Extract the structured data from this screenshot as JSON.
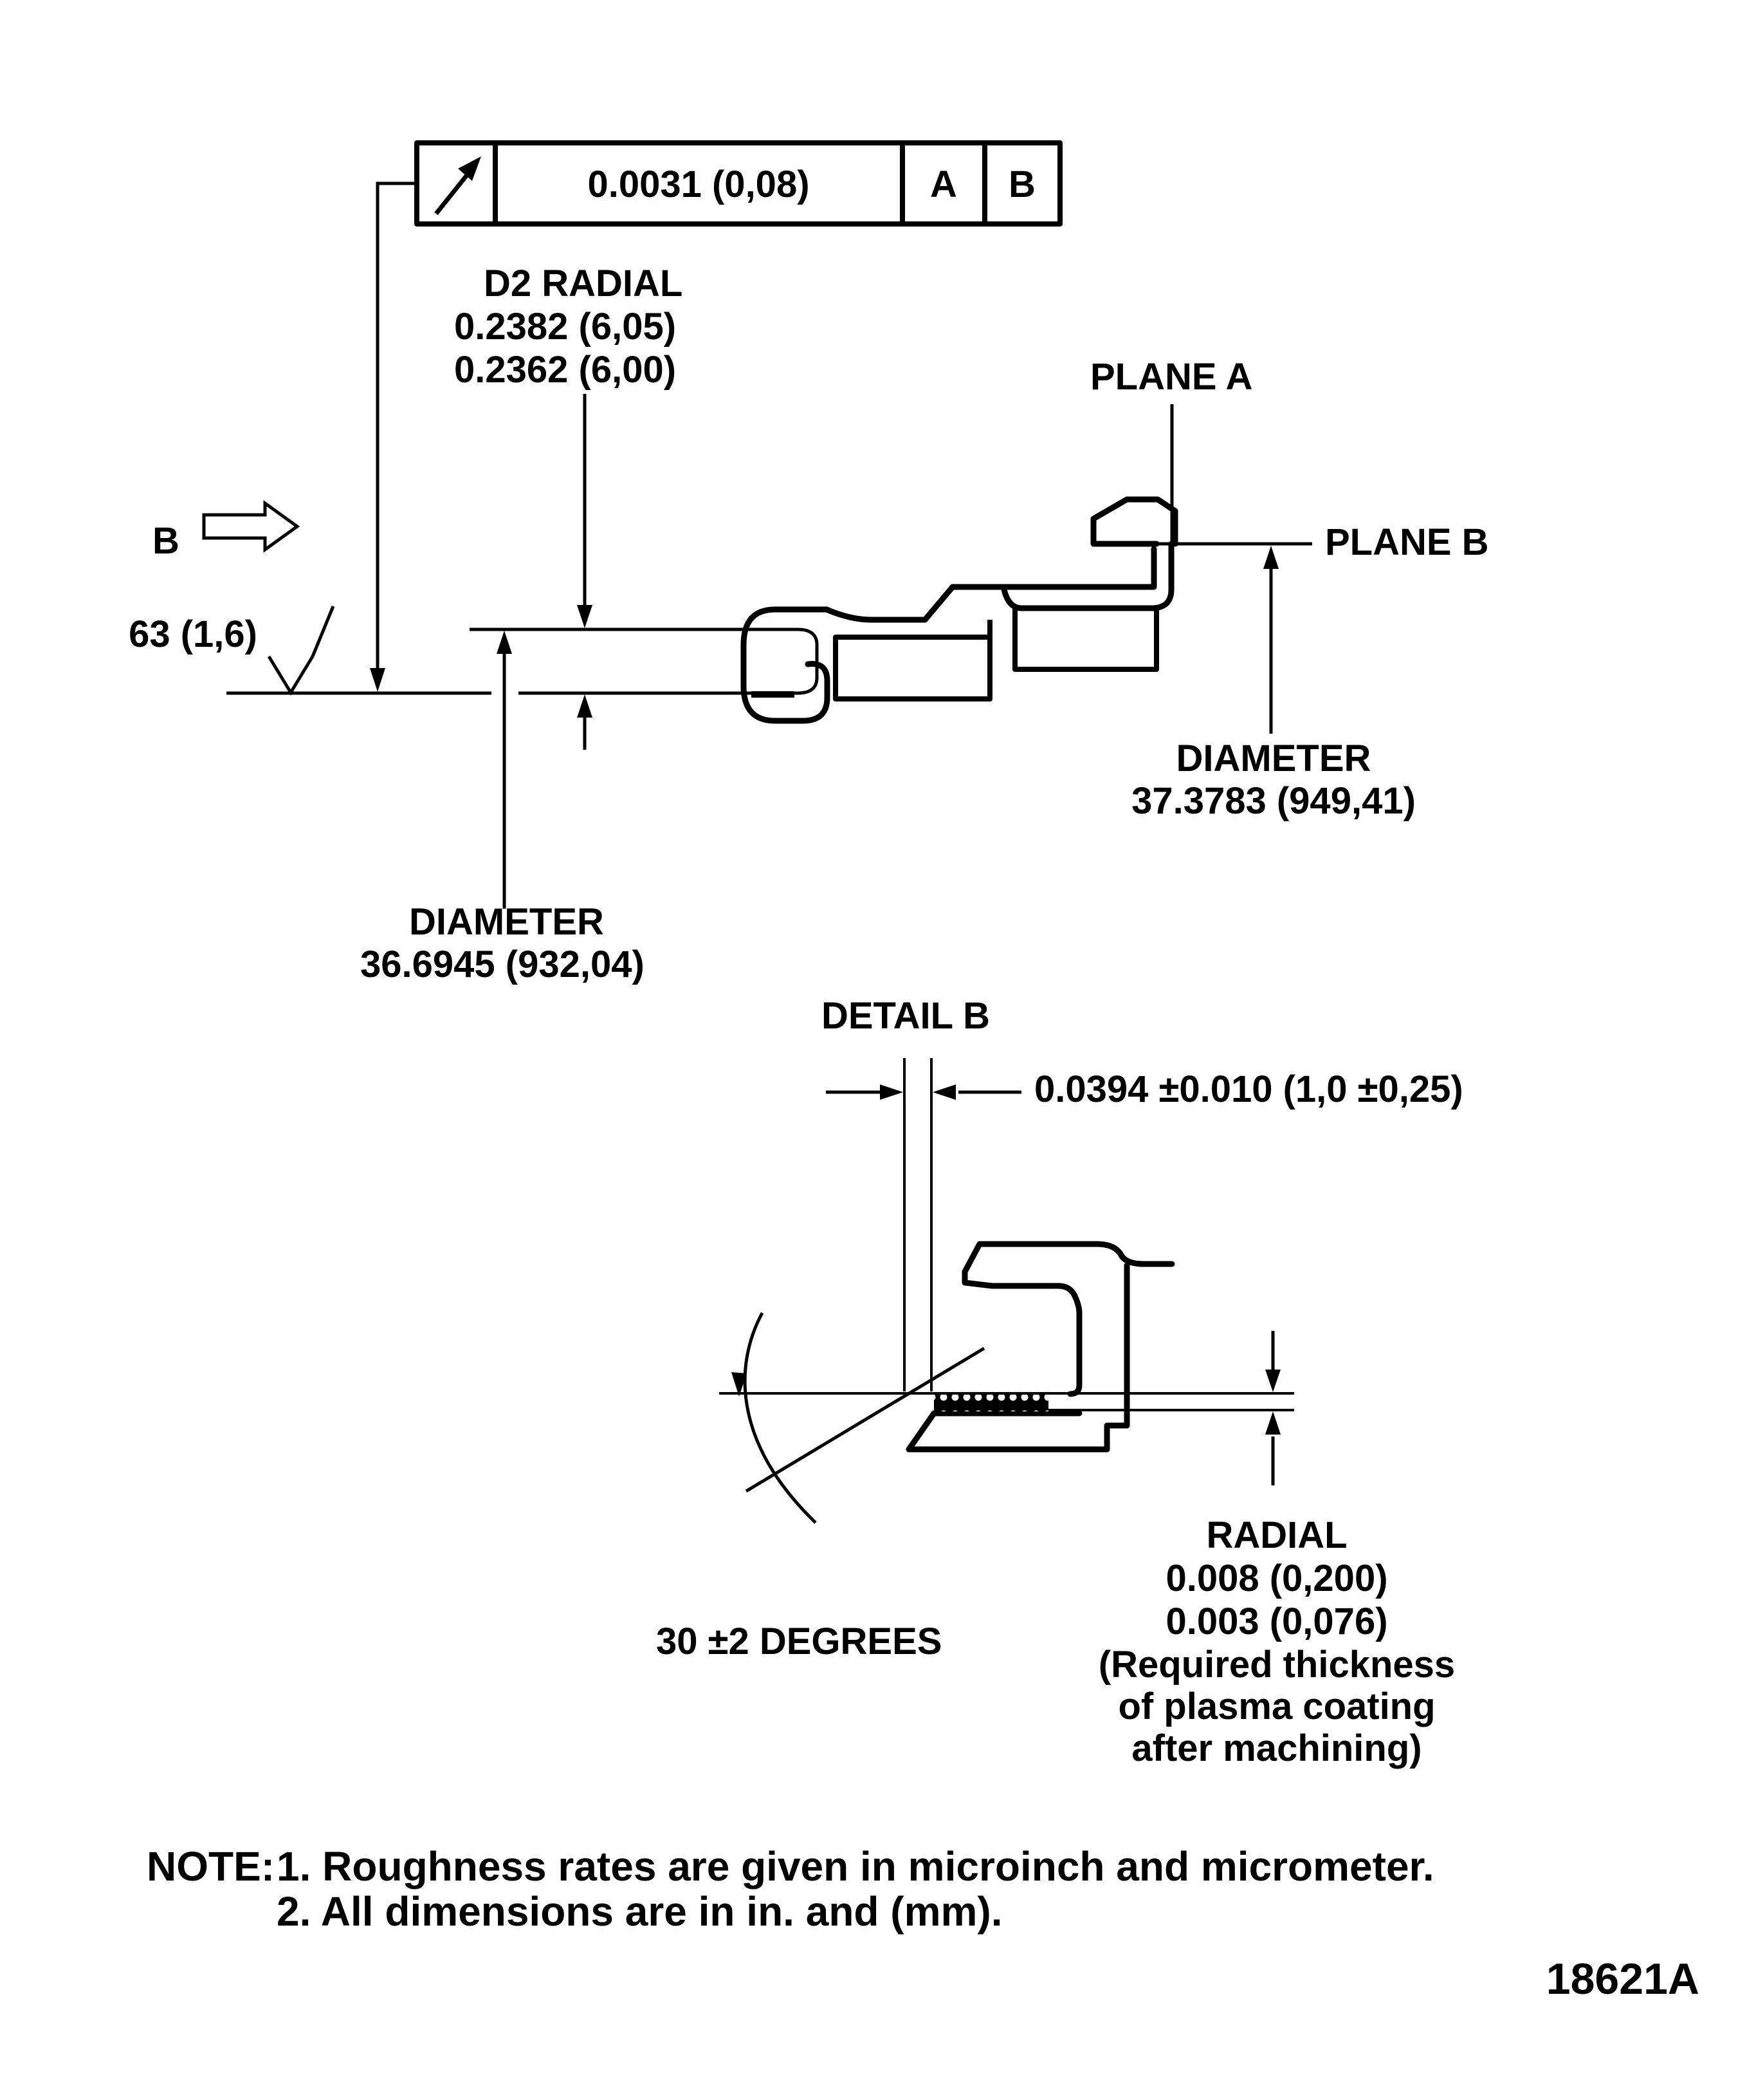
{
  "fcf": {
    "tolerance": "0.0031 (0,08)",
    "datum_a": "A",
    "datum_b": "B"
  },
  "view_b": {
    "label": "B"
  },
  "surface_finish": {
    "value": "63 (1,6)"
  },
  "d2": {
    "label": "D2 RADIAL",
    "max": "0.2382 (6,05)",
    "min": "0.2362 (6,00)"
  },
  "planes": {
    "a": "PLANE A",
    "b": "PLANE B"
  },
  "diameter_right": {
    "label": "DIAMETER",
    "value": "37.3783 (949,41)"
  },
  "diameter_left": {
    "label": "DIAMETER",
    "value": "36.6945 (932,04)"
  },
  "detail": {
    "title": "DETAIL B",
    "width_dim": "0.0394 ±0.010 (1,0 ±0,25)",
    "angle": "30 ±2 DEGREES",
    "radial": {
      "label": "RADIAL",
      "v1": "0.008 (0,200)",
      "v2": "0.003 (0,076)",
      "note1": "(Required thickness",
      "note2": "of plasma coating",
      "note3": "after machining)"
    }
  },
  "notes": {
    "label": "NOTE:",
    "line1": "1. Roughness rates are given in microinch and micrometer.",
    "line2": "2. All dimensions are in in. and (mm)."
  },
  "figure_number": "18621A",
  "colors": {
    "ink": "#000000",
    "paper": "#ffffff"
  }
}
